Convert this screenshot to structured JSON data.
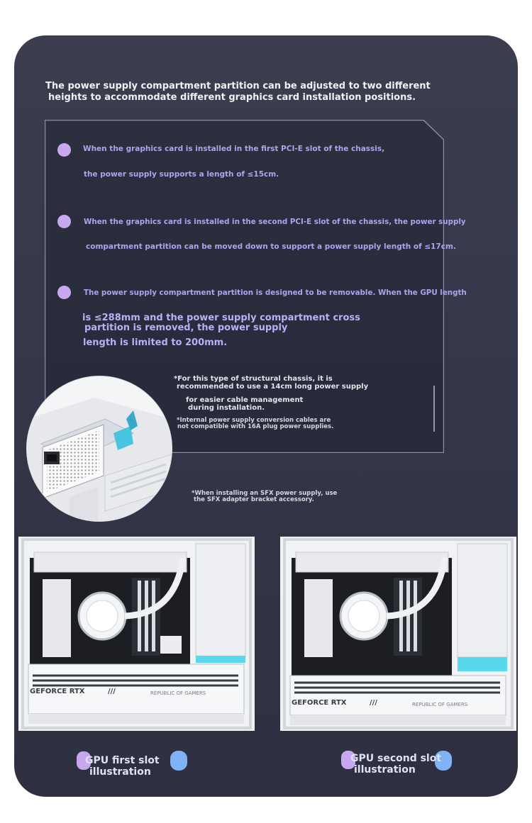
{
  "heading": {
    "line1": "The power supply compartment partition can be adjusted to two different",
    "line2": "heights to accommodate different graphics card installation positions."
  },
  "points": [
    {
      "line1": "When the graphics card is installed in the first PCI-E slot of the chassis,",
      "line2": "the power supply supports a length of ≤15cm."
    },
    {
      "line1": "When the graphics card is installed in the second PCI-E slot of the chassis, the power supply",
      "line2": "compartment partition can be moved down to support a power supply length of ≤17cm."
    },
    {
      "line1": "The power supply compartment partition is designed to be removable. When the GPU length",
      "line2": "is ≤288mm and the power supply compartment cross",
      "line3": "partition is removed, the power supply",
      "line4": "length is limited to 200mm."
    }
  ],
  "notes": {
    "n1a": "*For this type of structural chassis, it is",
    "n1b": "recommended to use a 14cm long power supply",
    "n1c": "for easier cable management",
    "n1d": "during installation.",
    "n2a": "*Internal power supply conversion cables are",
    "n2b": "not compatible with 16A plug power supplies.",
    "n3a": "*When installing an SFX power supply, use",
    "n3b": "the SFX adapter bracket accessory."
  },
  "cases": [
    {
      "gpu_brand": "GEFORCE RTX",
      "gpu_sub": "REPUBLIC OF GAMERS",
      "slashes": "///",
      "caption1": "GPU first slot",
      "caption2": "illustration"
    },
    {
      "gpu_brand": "GEFORCE RTX",
      "gpu_sub": "REPUBLIC OF GAMERS",
      "slashes": "///",
      "caption1": "GPU second slot",
      "caption2": "illustration"
    }
  ],
  "colors": {
    "panel": "#35384a",
    "accent_purple": "#c9a8f2",
    "text_purple": "#a9a6ee",
    "cyan": "#58d8ec"
  }
}
